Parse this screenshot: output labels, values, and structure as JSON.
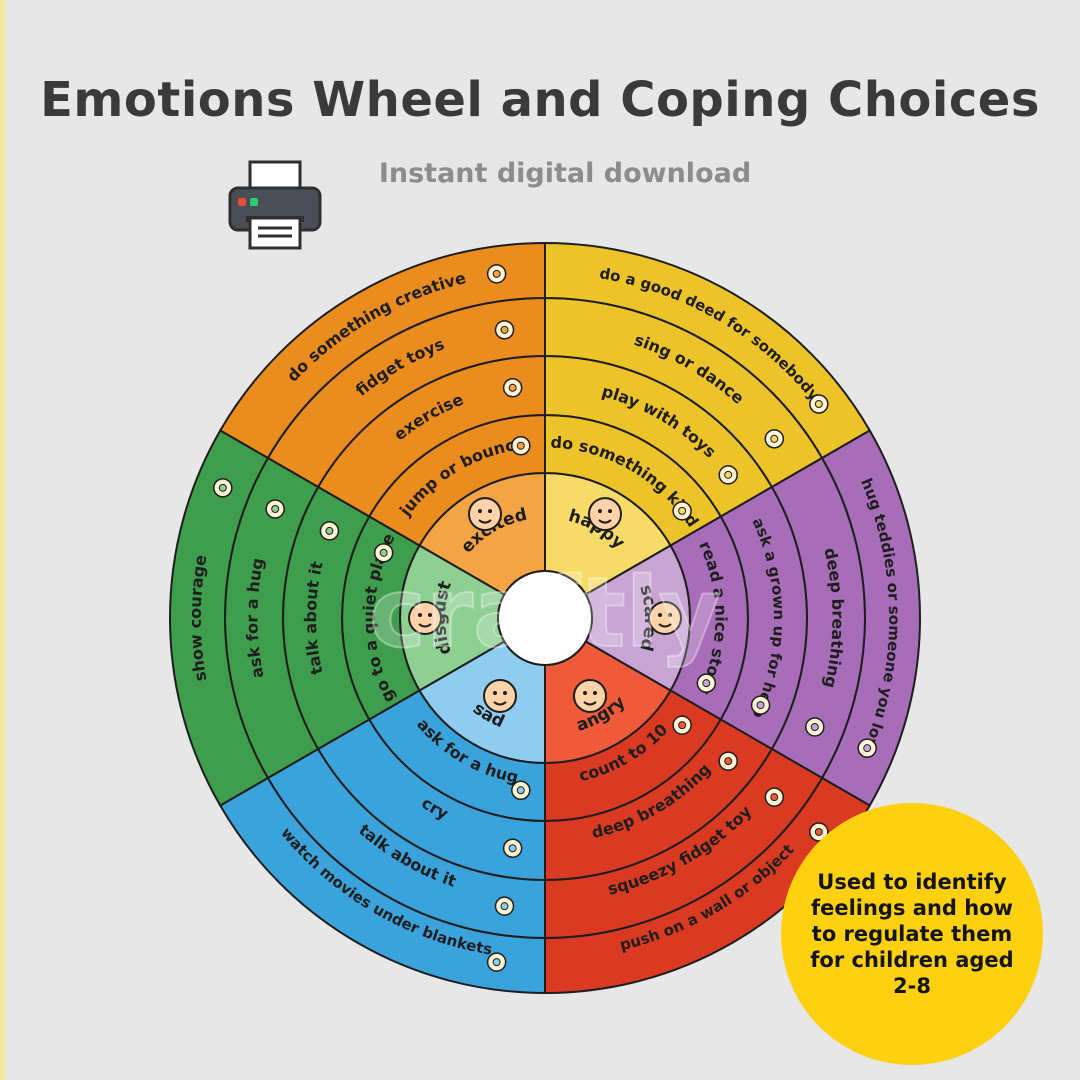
{
  "title": "Emotions Wheel and Coping Choices",
  "subtitle": "Instant digital download",
  "badge": {
    "text": "Used to identify\nfeelings and how\nto regulate them\nfor children aged\n2-8"
  },
  "watermark": "craftly",
  "colors": {
    "excited": [
      "#f3a444",
      "#ea8c1e"
    ],
    "happy": [
      "#f7db68",
      "#ecc329"
    ],
    "scared": [
      "#c8a4d4",
      "#a86db9"
    ],
    "angry": [
      "#ef5a3a",
      "#db3a22"
    ],
    "sad": [
      "#8fcdf0",
      "#3aa3db"
    ],
    "disgust": [
      "#8ecf92",
      "#3f9e4d"
    ],
    "badge": "#fdd10f"
  },
  "wheel": {
    "segments": [
      {
        "emotion": "excited",
        "icon": "excited-face-icon",
        "rings": [
          "jump or bounce",
          "exercise",
          "fidget toys",
          "do something creative"
        ],
        "ring_icons": [
          "dancing-kid-icon",
          "running-kid-icon",
          "fidget-spinner-icon",
          "art-board-icon"
        ]
      },
      {
        "emotion": "happy",
        "icon": "happy-face-icon",
        "rings": [
          "do something kind",
          "play with toys",
          "sing or dance",
          "do a good deed for somebody"
        ],
        "ring_icons": [
          "heart-hands-icon",
          "robot-toy-icon",
          "music-notes-icon",
          "heart-icon"
        ]
      },
      {
        "emotion": "scared",
        "icon": "scared-face-icon",
        "rings": [
          "read a nice story",
          "ask a grown up for help",
          "deep breathing",
          "hug teddies or someone you love"
        ],
        "ring_icons": [
          "book-icon",
          "waving-hand-icon",
          "breathing-kid-icon",
          "teddy-bear-icon"
        ]
      },
      {
        "emotion": "angry",
        "icon": "angry-face-icon",
        "rings": [
          "count to 10",
          "deep breathing",
          "squeezy fidget toy",
          "push on a wall or object"
        ],
        "ring_icons": [
          "number-blocks-icon",
          "breathing-kid-icon",
          "squeeze-toy-icon",
          "wall-push-icon"
        ]
      },
      {
        "emotion": "sad",
        "icon": "sad-face-icon",
        "rings": [
          "ask for a hug",
          "cry",
          "talk about it",
          "watch movies under blankets"
        ],
        "ring_icons": [
          "hug-icon",
          "tissue-icon",
          "talking-kids-icon",
          "tv-icon"
        ]
      },
      {
        "emotion": "disgust",
        "icon": "disgust-face-icon",
        "rings": [
          "go to a quiet place",
          "talk about it",
          "ask for a hug",
          "show courage"
        ],
        "ring_icons": [
          "quiet-face-icon",
          "talking-face-icon",
          "hugging-kid-icon",
          "brave-kid-icon"
        ]
      }
    ]
  }
}
